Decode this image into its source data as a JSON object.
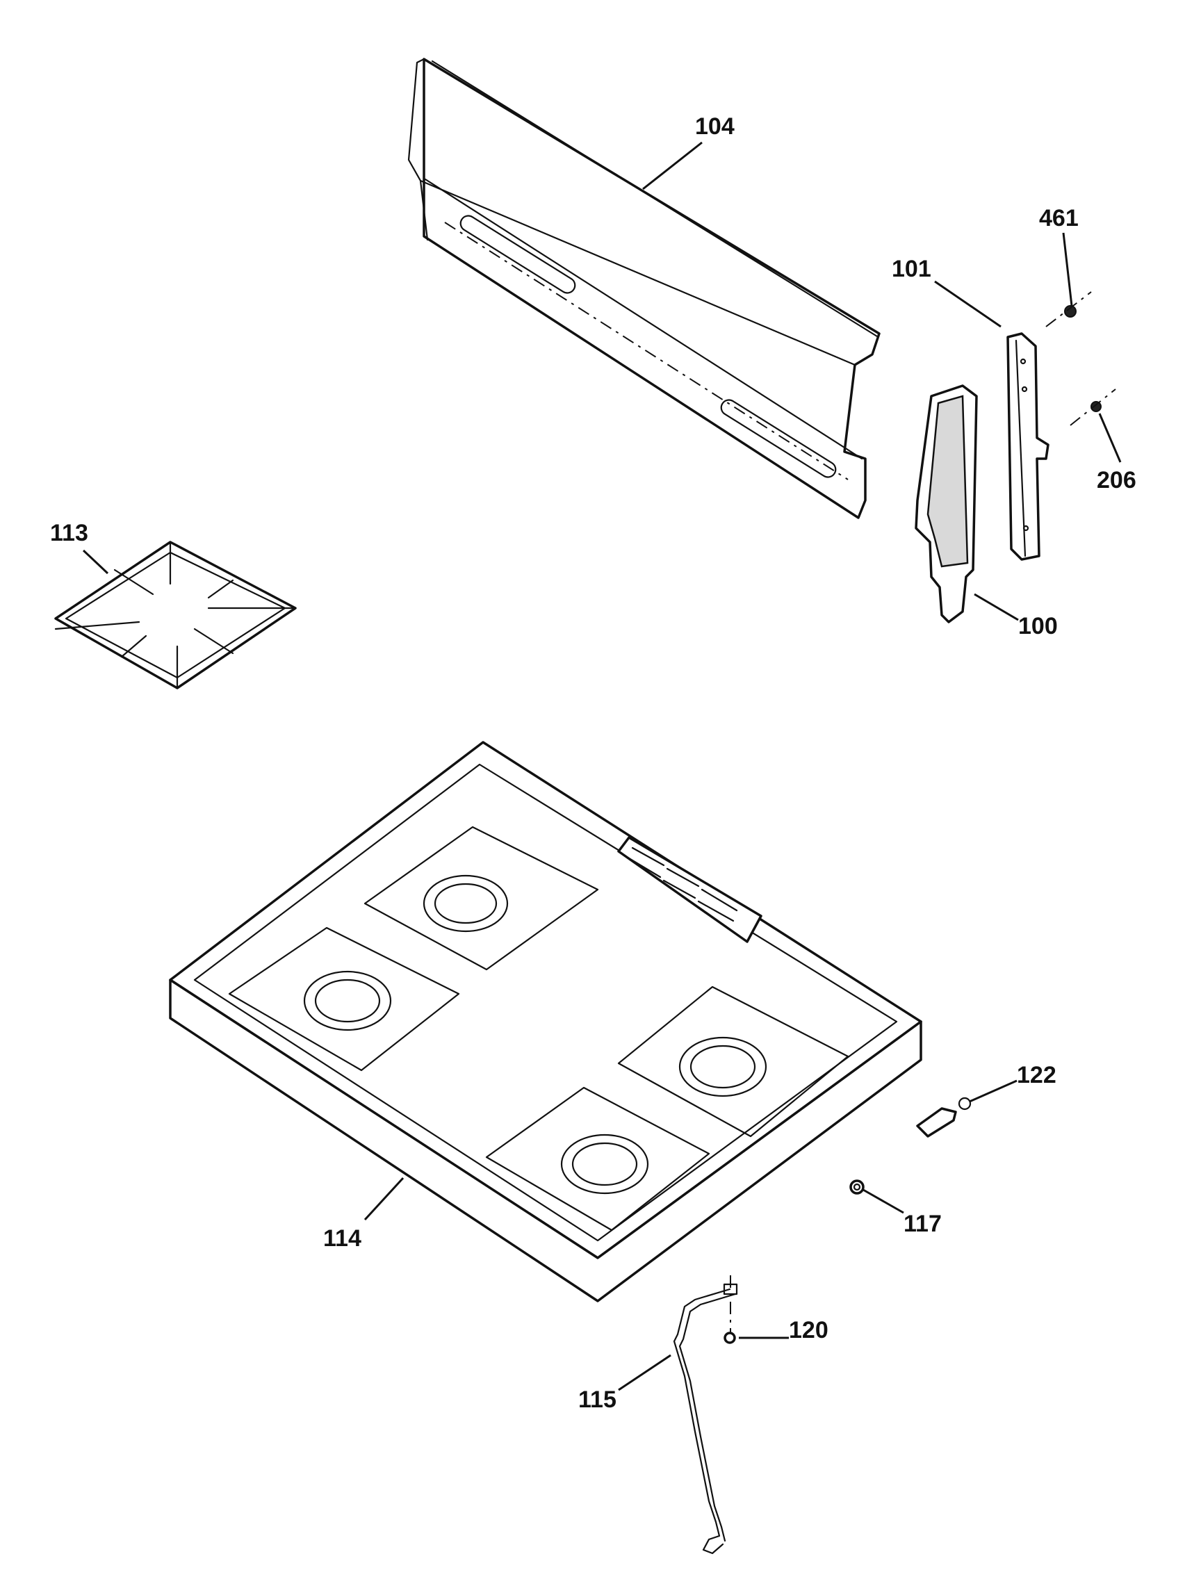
{
  "callouts": [
    {
      "id": "104",
      "label": "104"
    },
    {
      "id": "461",
      "label": "461"
    },
    {
      "id": "101",
      "label": "101"
    },
    {
      "id": "206",
      "label": "206"
    },
    {
      "id": "113",
      "label": "113"
    },
    {
      "id": "100",
      "label": "100"
    },
    {
      "id": "122",
      "label": "122"
    },
    {
      "id": "114",
      "label": "114"
    },
    {
      "id": "117",
      "label": "117"
    },
    {
      "id": "120",
      "label": "120"
    },
    {
      "id": "115",
      "label": "115"
    }
  ]
}
